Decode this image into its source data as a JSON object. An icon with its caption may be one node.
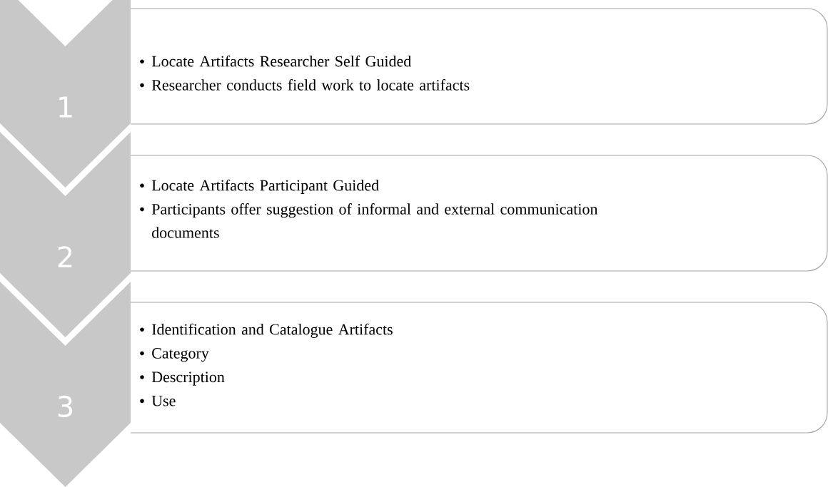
{
  "diagram": {
    "nodes": [
      {
        "text": [
          "1"
        ]
      },
      {
        "text": [
          "Locate Artifacts Researcher Self Guided",
          "Researcher conducts field work to locate artifacts"
        ]
      },
      {
        "text": [
          "2"
        ]
      },
      {
        "text": [
          "Locate Artifacts Participant Guided",
          "Participants offer suggestion of informal and external communication documents"
        ]
      },
      {
        "text": [
          "3"
        ]
      },
      {
        "text": [
          "Identification and Catalogue Artifacts",
          "Category",
          "Description",
          "Use"
        ]
      }
    ]
  }
}
